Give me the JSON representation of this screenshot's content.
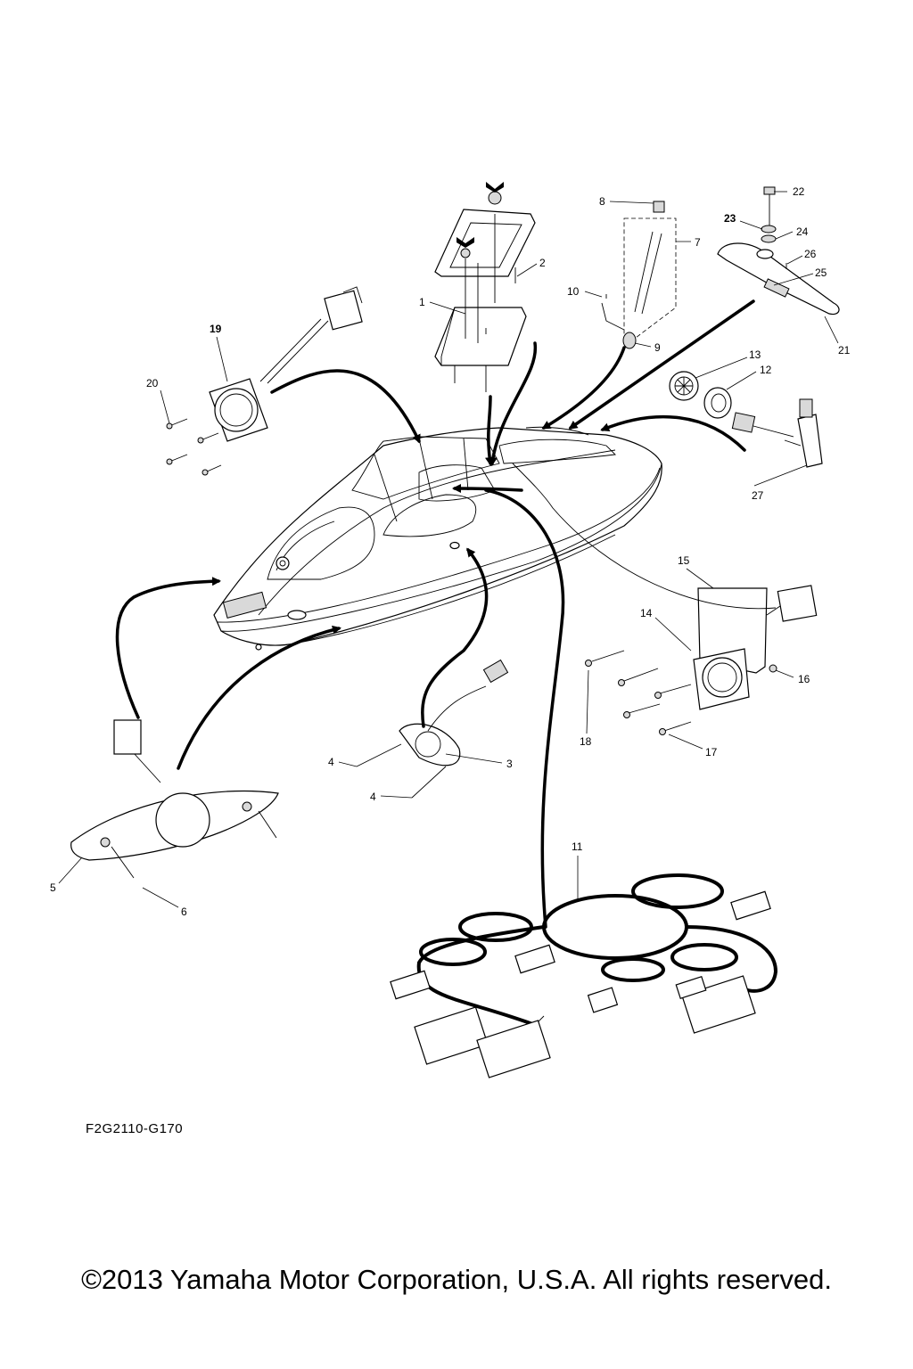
{
  "drawing_code": "F2G2110-G170",
  "copyright": "©2013 Yamaha Motor Corporation, U.S.A. All rights reserved.",
  "callouts": {
    "c1": "1",
    "c2": "2",
    "c3": "3",
    "c4a": "4",
    "c4b": "4",
    "c5": "5",
    "c6": "6",
    "c7": "7",
    "c8": "8",
    "c9": "9",
    "c10": "10",
    "c11": "11",
    "c12": "12",
    "c13": "13",
    "c14": "14",
    "c15": "15",
    "c16": "16",
    "c17": "17",
    "c18": "18",
    "c19": "19",
    "c20": "20",
    "c21": "21",
    "c22": "22",
    "c23": "23",
    "c24": "24",
    "c25": "25",
    "c26": "26",
    "c27": "27"
  }
}
